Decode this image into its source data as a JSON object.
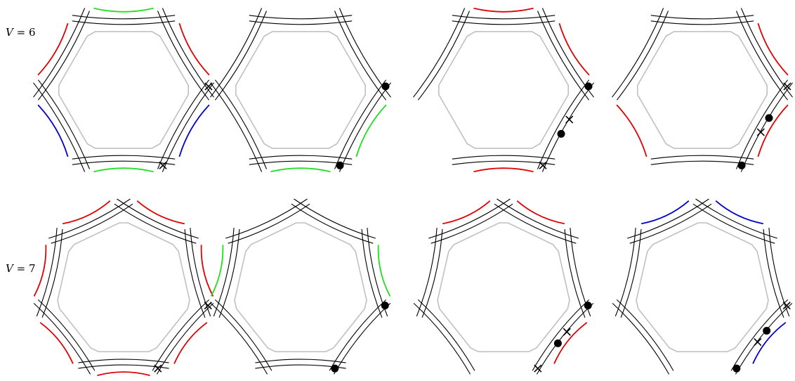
{
  "rows": [
    {
      "label_var": "V",
      "label_eq": " = 6",
      "n": 6
    },
    {
      "label_var": "V",
      "label_eq": " = 7",
      "n": 7
    }
  ],
  "colors": {
    "grid": "#000000",
    "inner_loop": "#c0c0c0",
    "red": "#e00000",
    "green": "#22dd22",
    "blue": "#0000cc"
  },
  "panels": [
    {
      "row": 0,
      "type": "full",
      "arcs": [
        "red",
        "blue",
        "green",
        "blue",
        "red",
        "green"
      ],
      "markers": "cross"
    },
    {
      "row": 0,
      "type": "merged",
      "arcs": [
        "gray",
        "green",
        "green",
        "gray",
        "gray",
        "gray"
      ],
      "markers": "dot"
    },
    {
      "row": 0,
      "type": "open",
      "arcs": [
        "red",
        "gray",
        "red",
        "gray",
        "gray",
        "red"
      ],
      "markers": "dotcross"
    },
    {
      "row": 0,
      "type": "open",
      "arcs": [
        "red",
        "red",
        "gray",
        "red",
        "gray",
        "gray"
      ],
      "markers": "crossdot"
    },
    {
      "row": 1,
      "type": "full",
      "arcs": [
        "red",
        "red",
        "red",
        "red",
        "red",
        "red",
        "red"
      ],
      "markers": "cross"
    },
    {
      "row": 1,
      "type": "merged",
      "arcs": [
        "gray",
        "green",
        "gray",
        "gray",
        "gray",
        "green",
        "gray"
      ],
      "markers": "dot"
    },
    {
      "row": 1,
      "type": "open",
      "arcs": [
        "red",
        "gray",
        "red",
        "gray",
        "gray",
        "gray",
        "red"
      ],
      "markers": "dotcross"
    },
    {
      "row": 1,
      "type": "open",
      "arcs": [
        "blue",
        "gray",
        "blue",
        "gray",
        "gray",
        "gray",
        "blue"
      ],
      "markers": "crossdot"
    }
  ]
}
